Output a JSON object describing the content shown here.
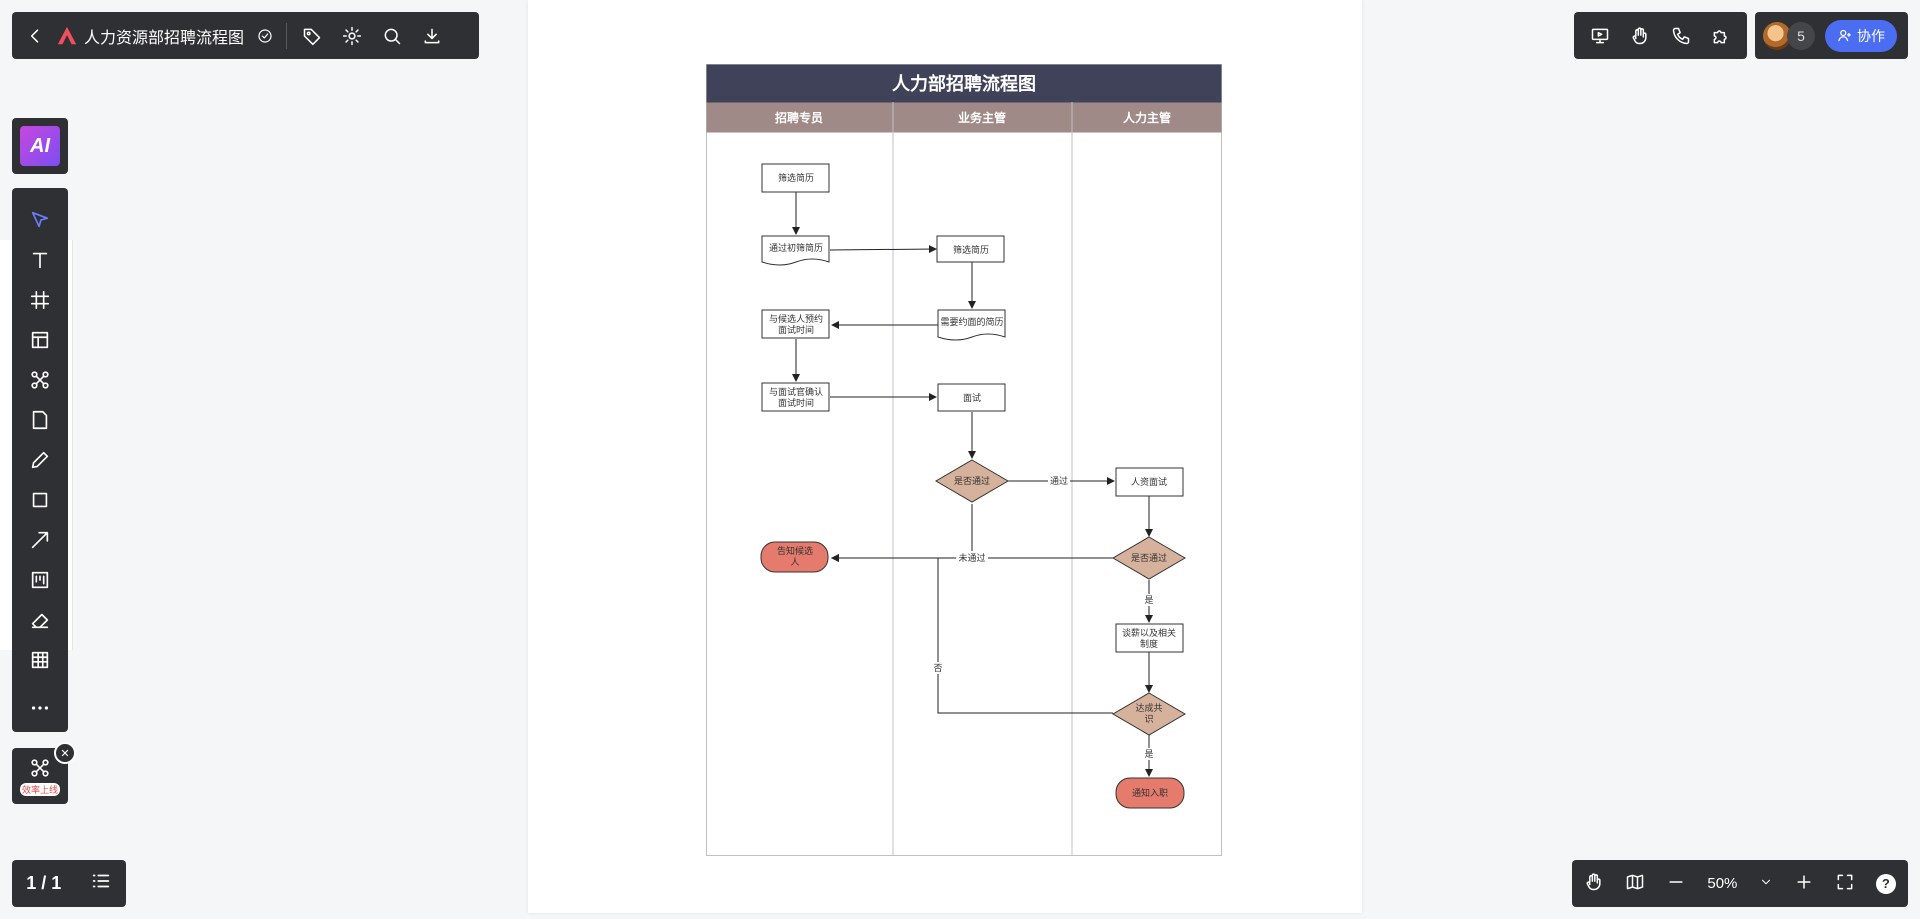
{
  "topbar": {
    "doc_title": "人力资源部招聘流程图",
    "icons": [
      "back-icon",
      "logo-icon",
      "saved-check-icon",
      "tag-icon",
      "settings-icon",
      "search-icon",
      "download-icon"
    ]
  },
  "right_toolbar": {
    "icons": [
      "present-icon",
      "wave-hand-icon",
      "phone-icon",
      "puzzle-icon"
    ],
    "collaborator_count": "5",
    "collab_label": "协作"
  },
  "left_toolbar": {
    "ai_label": "AI",
    "tools": [
      "select-tool",
      "text-tool",
      "frame-tool",
      "layout-tool",
      "mindmap-tool",
      "note-tool",
      "pen-tool",
      "shape-tool",
      "arrow-tool",
      "board-tool",
      "eraser-tool",
      "table-tool",
      "more-tool"
    ],
    "plugin_label": "效率上线"
  },
  "pager": {
    "page_label": "1 / 1"
  },
  "zoom": {
    "level": "50%"
  },
  "diagram": {
    "title": "人力部招聘流程图",
    "lanes": [
      "招聘专员",
      "业务主管",
      "人力主管"
    ],
    "nodes": {
      "n1": "筛选简历",
      "n2": "通过初筛简历",
      "n3": "筛选简历",
      "n4": "需要约面的简历",
      "n5": "与候选人预约面试时间",
      "n6": "与面试官确认面试时间",
      "n7": "面试",
      "n8": "是否通过",
      "n9": "人资面试",
      "n10": "是否通过",
      "n11": "告知候选人",
      "n12": "谈薪以及相关制度",
      "n13": "达成共识",
      "n14": "通知入职"
    },
    "edge_labels": {
      "pass": "通过",
      "fail": "未通过",
      "yes1": "是",
      "no": "否",
      "yes2": "是"
    },
    "colors": {
      "header": "#3f4259",
      "lane_header": "#9f8a87",
      "decision": "#d6b19b",
      "terminal": "#e57b6c"
    }
  }
}
